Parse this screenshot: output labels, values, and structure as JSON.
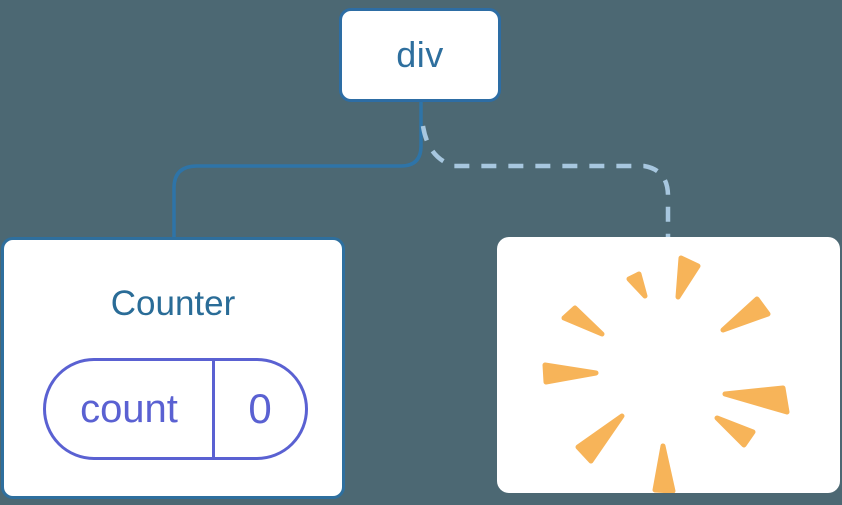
{
  "colors": {
    "background": "#4C6873",
    "node_text_blue": "#2E6F9E",
    "node_border_blue": "#2D6DA4",
    "edge_solid": "#2E74A8",
    "edge_dashed": "#A7C7DF",
    "state_purple": "#5A61D2",
    "poof_orange": "#F7B459",
    "card_background": "#FFFFFF"
  },
  "tree": {
    "root": {
      "label": "div"
    },
    "children": [
      {
        "name": "counter-component",
        "title": "Counter",
        "edge_style": "solid",
        "state_pill": {
          "key": "count",
          "value": "0"
        }
      },
      {
        "name": "removed-component",
        "edge_style": "dashed",
        "content": "poof-burst"
      }
    ]
  }
}
